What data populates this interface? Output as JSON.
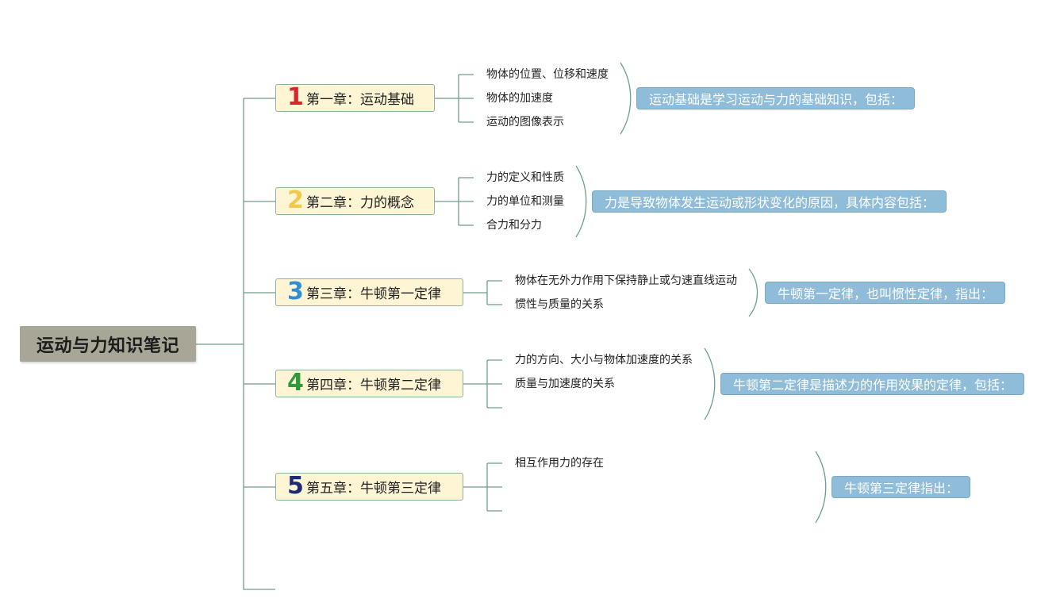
{
  "root": {
    "title": "运动与力知识笔记"
  },
  "chapters": [
    {
      "num": "1",
      "title": "第一章：运动基础",
      "num_color": "#d6262c",
      "items": [
        "物体的位置、位移和速度",
        "物体的加速度",
        "运动的图像表示"
      ],
      "summary": "运动基础是学习运动与力的基础知识，包括："
    },
    {
      "num": "2",
      "title": "第二章：力的概念",
      "num_color": "#f2c94c",
      "items": [
        "力的定义和性质",
        "力的单位和测量",
        "合力和分力"
      ],
      "summary": "力是导致物体发生运动或形状变化的原因，具体内容包括："
    },
    {
      "num": "3",
      "title": "第三章：牛顿第一定律",
      "num_color": "#2d8fd5",
      "items": [
        "物体在无外力作用下保持静止或匀速直线运动",
        "惯性与质量的关系"
      ],
      "summary": "牛顿第一定律，也叫惯性定律，指出："
    },
    {
      "num": "4",
      "title": "第四章：牛顿第二定律",
      "num_color": "#2e9a3a",
      "items": [
        "力的方向、大小与物体加速度的关系",
        "质量与加速度的关系"
      ],
      "summary": "牛顿第二定律是描述力的作用效果的定律，包括："
    },
    {
      "num": "5",
      "title": "第五章：牛顿第三定律",
      "num_color": "#1d2a78",
      "items": [
        "相互作用力的存在"
      ],
      "summary": "牛顿第三定律指出："
    }
  ],
  "colors": {
    "line": "#6f9e88",
    "chapter_bg": "#fdf5d3",
    "summary_bg": "#8fbcd8",
    "root_bg": "#a8a697"
  }
}
